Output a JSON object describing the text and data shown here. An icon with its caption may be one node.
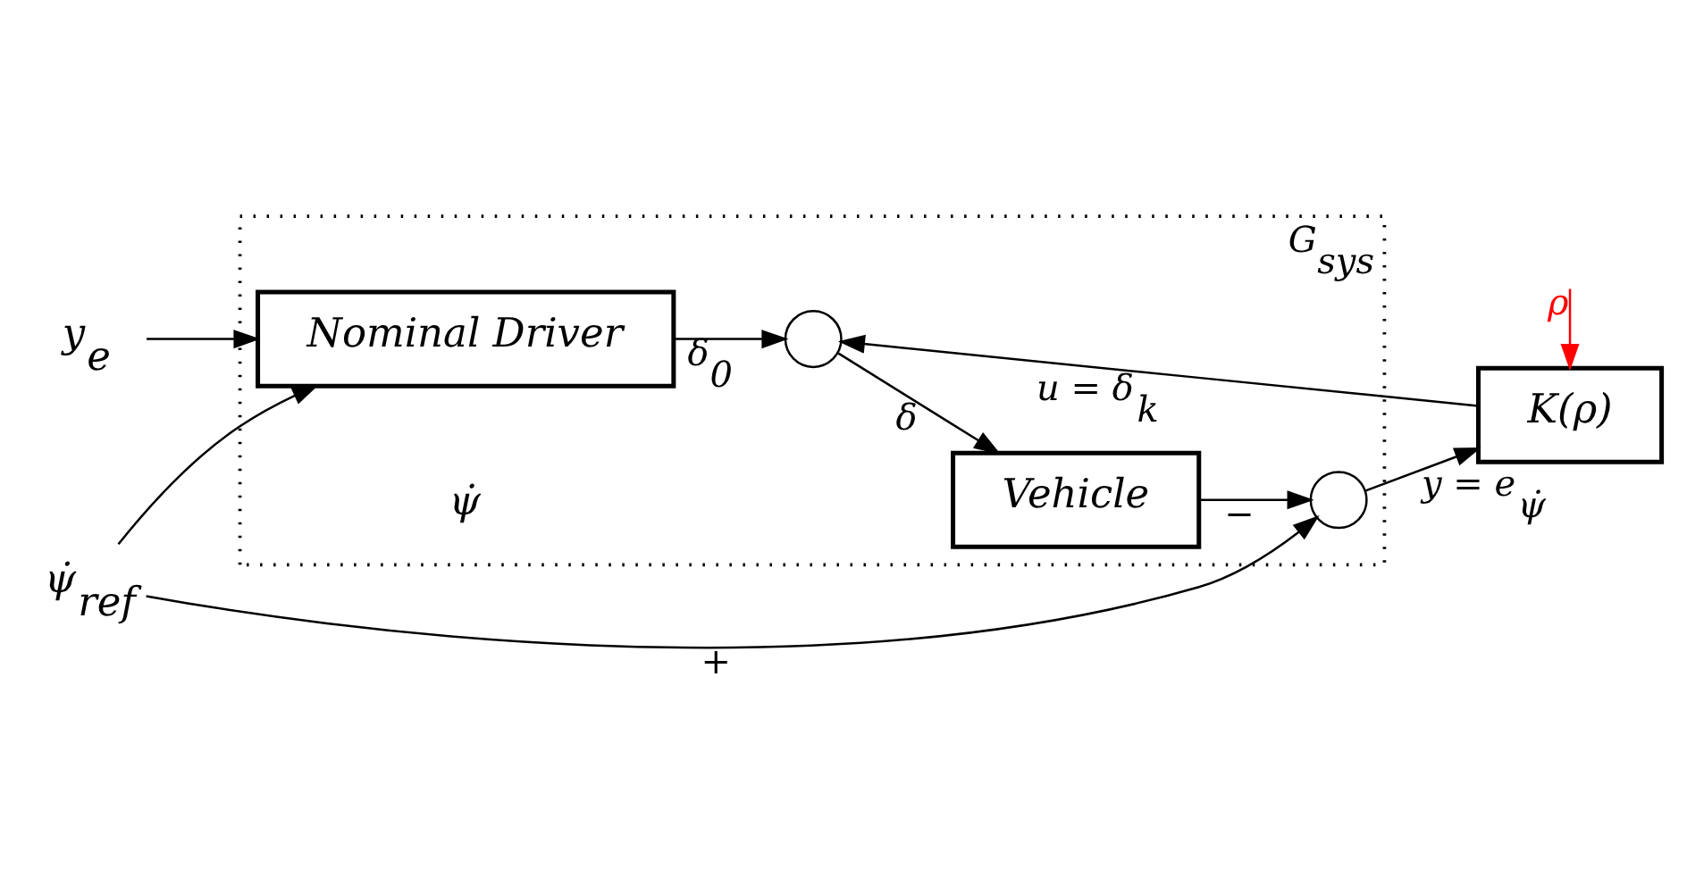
{
  "diagram": {
    "nodes": [
      {
        "text": [
          "G$_{sys}$"
        ]
      },
      {
        "text": [
          "y$_{e}$"
        ]
      },
      {
        "text": [
          "ψ̇$_{ref}$"
        ]
      },
      {
        "text": [
          "Nominal Driver"
        ],
        "in": 0
      },
      {
        "text": [],
        "shape": "circle",
        "in": 0
      },
      {
        "text": [
          "Vehicle"
        ],
        "in": 0
      },
      {
        "text": [],
        "shape": "circle",
        "in": 0
      },
      {
        "text": [
          "K(ρ)"
        ]
      }
    ],
    "edges": [
      {
        "from": 1,
        "to": 3,
        "arrow": "to"
      },
      {
        "from": 2,
        "to": 3,
        "arrow": "to"
      },
      {
        "from": 2,
        "to": 6,
        "arrow": "to",
        "label": "+"
      },
      {
        "from": 3,
        "to": 4,
        "arrow": "to",
        "label": "δ$_{0}$"
      },
      {
        "from": 4,
        "to": 5,
        "arrow": "to",
        "label": "δ"
      },
      {
        "from": 5,
        "to": 6,
        "arrow": "to",
        "label": "−"
      },
      {
        "from": 6,
        "to": 7,
        "arrow": "to",
        "label": "y = e$_{ψ̇}$"
      },
      {
        "from": 7,
        "to": 4,
        "arrow": "to",
        "label": "u = δ$_{k}$"
      },
      {
        "from": null,
        "to": 7,
        "arrow": "to",
        "label": "ρ",
        "color": "#ff0000"
      }
    ],
    "labels": [
      "ψ̇"
    ]
  }
}
